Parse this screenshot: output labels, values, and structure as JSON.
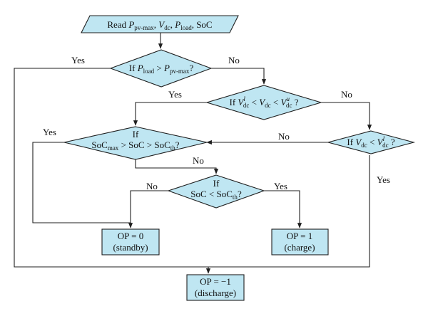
{
  "nodes": {
    "start": {
      "pre": "Read ",
      "var1": "P",
      "sub1": "pv-max",
      "sep1": ", ",
      "var2": "V",
      "sub2": "dc",
      "sep2": ", ",
      "var3": "P",
      "sub3": "load",
      "tail": ", SoC"
    },
    "d1": {
      "pre": "If ",
      "var1": "P",
      "sub1": "load",
      "op": " > ",
      "var2": "P",
      "sub2": "pv-max",
      "tail": "?"
    },
    "d2": {
      "pre": "If ",
      "var1": "V",
      "sup1": "l",
      "sub1": "dc",
      "op1": " < ",
      "var2": "V",
      "sub2": "dc",
      "op2": " < ",
      "var3": "V",
      "sup3": "u",
      "sub3": "dc",
      "tail": " ?"
    },
    "d3": {
      "line1": "If",
      "l2a": "SoC",
      "l2b": "max",
      "l2c": " > SoC > SoC",
      "l2d": "th",
      "l2e": "?"
    },
    "d4": {
      "pre": "If ",
      "var1": "V",
      "sub1": "dc",
      "op": " < ",
      "var2": "V",
      "sup2": "l",
      "sub2": "dc",
      "tail": " ?"
    },
    "d5": {
      "line1": "If",
      "l2a": "SoC < SoC",
      "l2b": "th",
      "l2c": "?"
    },
    "standby": {
      "line1": "OP = 0",
      "line2": "(standby)"
    },
    "charge": {
      "line1": "OP = 1",
      "line2": "(charge)"
    },
    "discharge": {
      "line1": "OP = −1",
      "line2": "(discharge)"
    }
  },
  "labels": {
    "d1_yes": "Yes",
    "d1_no": "No",
    "d2_yes": "Yes",
    "d2_no": "No",
    "d3_yes": "Yes",
    "d3_no": "No",
    "d4_no": "No",
    "d4_yes": "Yes",
    "d5_no": "No",
    "d5_yes": "Yes"
  }
}
